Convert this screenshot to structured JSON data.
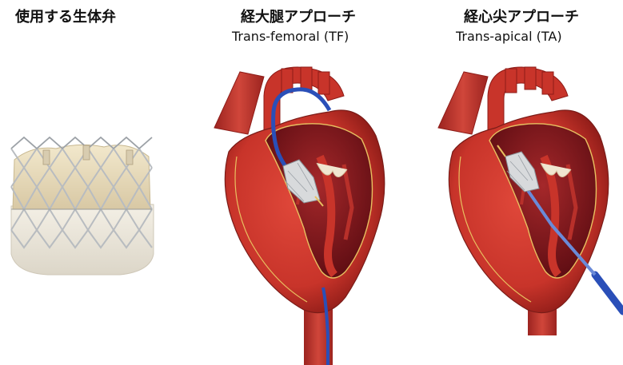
{
  "panels": {
    "valve": {
      "title": "使用する生体弁"
    },
    "transfemoral": {
      "title": "経大腿アプローチ",
      "subtitle": "Trans-femoral (TF)"
    },
    "transapical": {
      "title": "経心尖アプローチ",
      "subtitle": "Trans-apical (TA)"
    }
  },
  "colors": {
    "heart_outer": "#c8342a",
    "heart_inner": "#7a1218",
    "heart_wall_line": "#e8c060",
    "vessel": "#b8322a",
    "catheter": "#2a4fb8",
    "valve_frame": "#c0c4c8",
    "valve_tissue": "#e8dcc0",
    "valve_skirt": "#ece6d8"
  }
}
